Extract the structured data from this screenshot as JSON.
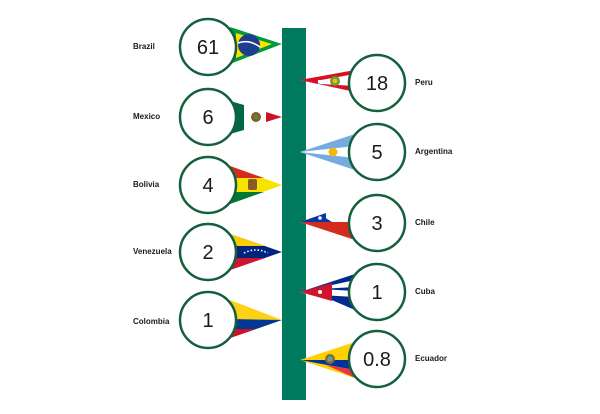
{
  "colors": {
    "accent_green": "#007a5e",
    "circle_stroke": "#14603c",
    "text": "#1a1a1a"
  },
  "countries": [
    {
      "name": "Brazil",
      "value": "61",
      "flag_icon": "brazil-flag-icon"
    },
    {
      "name": "Mexico",
      "value": "6",
      "flag_icon": "mexico-flag-icon"
    },
    {
      "name": "Bolivia",
      "value": "4",
      "flag_icon": "bolivia-flag-icon"
    },
    {
      "name": "Venezuela",
      "value": "2",
      "flag_icon": "venezuela-flag-icon"
    },
    {
      "name": "Colombia",
      "value": "1",
      "flag_icon": "colombia-flag-icon"
    },
    {
      "name": "Peru",
      "value": "18",
      "flag_icon": "peru-flag-icon"
    },
    {
      "name": "Argentina",
      "value": "5",
      "flag_icon": "argentina-flag-icon"
    },
    {
      "name": "Chile",
      "value": "3",
      "flag_icon": "chile-flag-icon"
    },
    {
      "name": "Cuba",
      "value": "1",
      "flag_icon": "cuba-flag-icon"
    },
    {
      "name": "Ecuador",
      "value": "0.8",
      "flag_icon": "ecuador-flag-icon"
    }
  ]
}
